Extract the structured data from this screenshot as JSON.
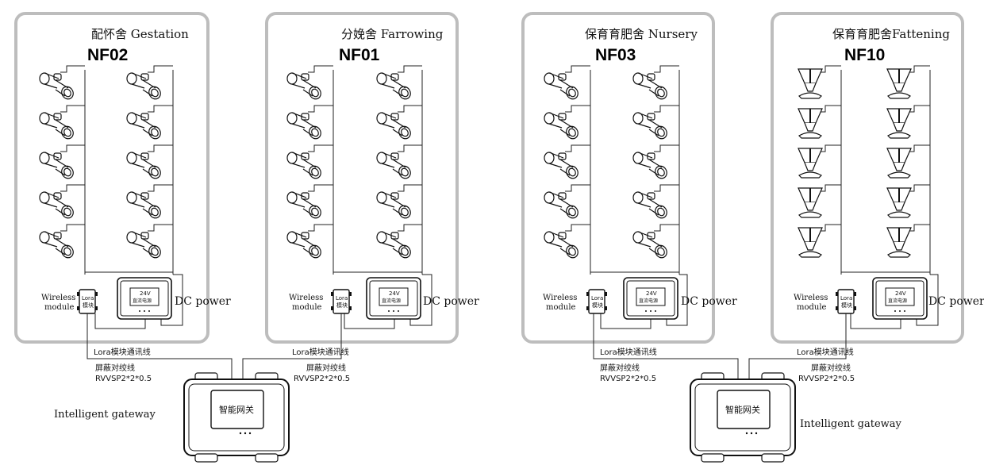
{
  "panels": [
    {
      "title": "配怀舍 Gestation",
      "code": "NF02",
      "device": "valve",
      "wireless_label": [
        "Wireless",
        "module"
      ],
      "lora_label": [
        "Lora",
        "模块"
      ],
      "power_label": "DC power",
      "psu_label": [
        "24V",
        "直流电源"
      ]
    },
    {
      "title": "分娩舍 Farrowing",
      "code": "NF01",
      "device": "valve",
      "wireless_label": [
        "Wireless",
        "module"
      ],
      "lora_label": [
        "Lora",
        "模块"
      ],
      "power_label": "DC power",
      "psu_label": [
        "24V",
        "直流电源"
      ]
    },
    {
      "title": "保育育肥舍 Nursery",
      "code": "NF03",
      "device": "valve",
      "wireless_label": [
        "Wireless",
        "module"
      ],
      "lora_label": [
        "Lora",
        "模块"
      ],
      "power_label": "DC power",
      "psu_label": [
        "24V",
        "直流电源"
      ]
    },
    {
      "title": "保育育肥舍Fattening",
      "code": "NF10",
      "device": "feeder",
      "wireless_label": [
        "Wireless",
        "module"
      ],
      "lora_label": [
        "Lora",
        "模块"
      ],
      "power_label": "DC power",
      "psu_label": [
        "24V",
        "直流电源"
      ]
    }
  ],
  "links": {
    "lora_line": "Lora模块通讯线",
    "shielded_line": "屏蔽对绞线",
    "cable_spec": "RVVSP2*2*0.5"
  },
  "gateways": [
    {
      "screen_label": "智能网关",
      "caption": "Intelligent gateway"
    },
    {
      "screen_label": "智能网关",
      "caption": "Intelligent gateway"
    }
  ]
}
